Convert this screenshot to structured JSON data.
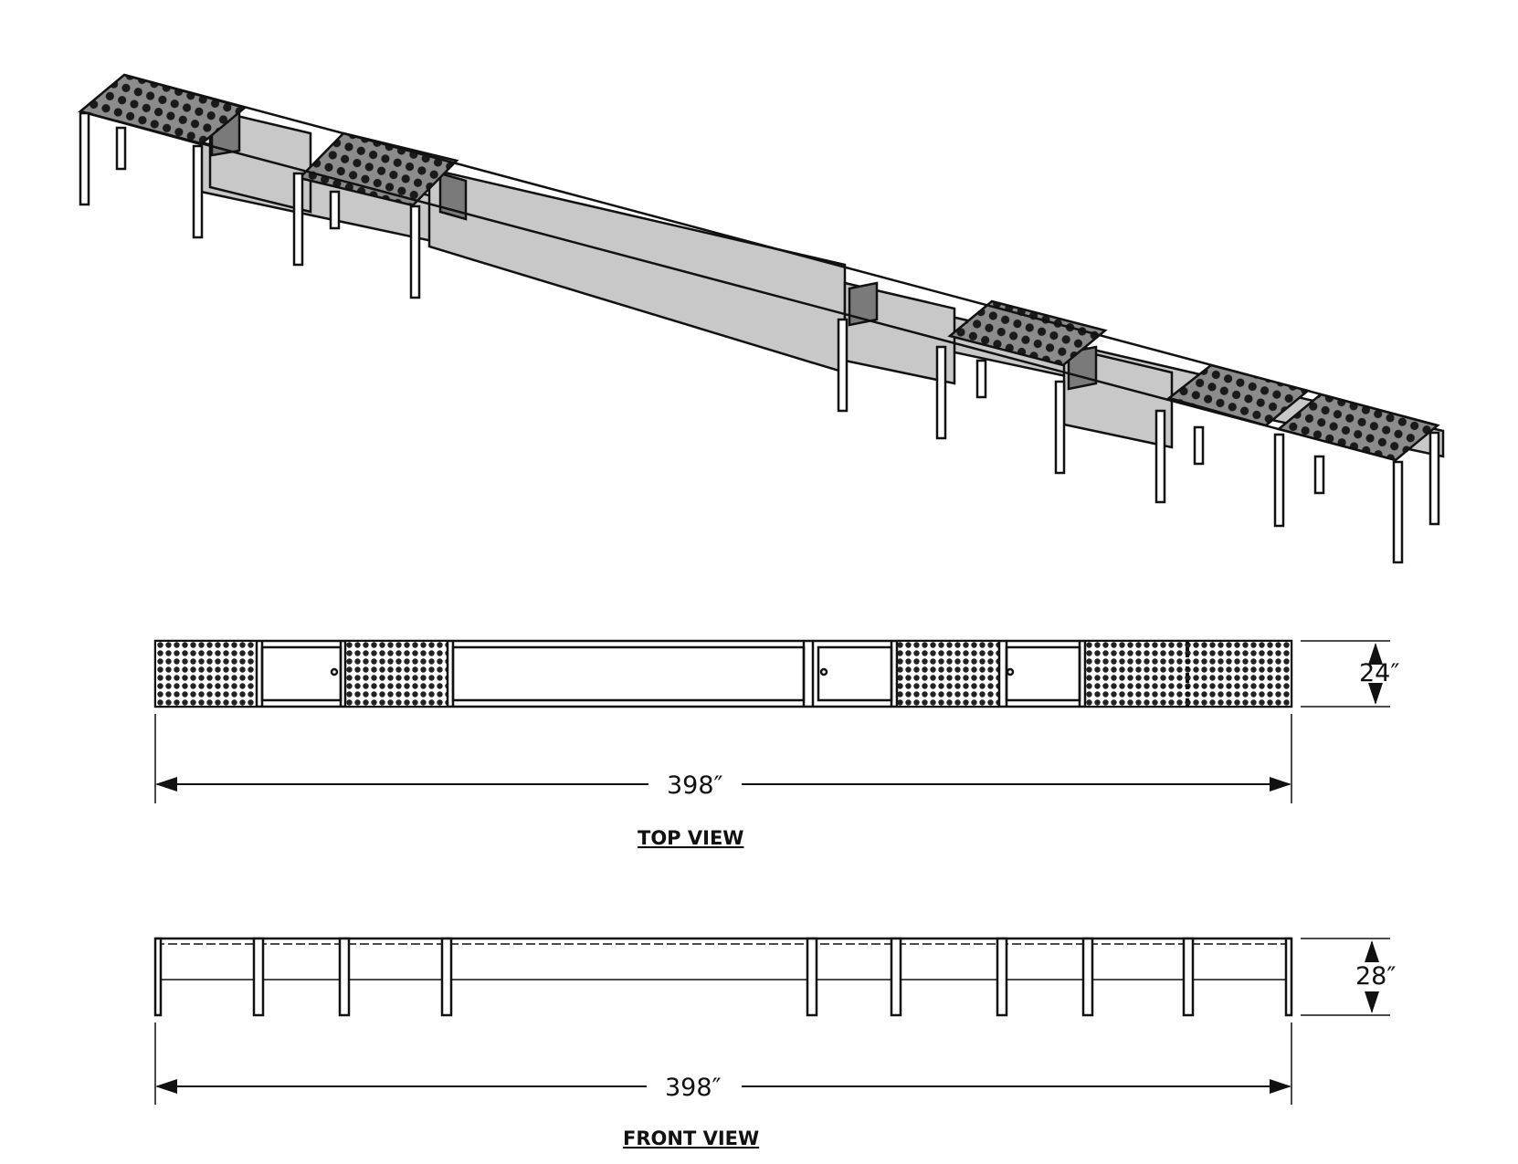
{
  "top_view": {
    "width_label": "24″",
    "length_label": "398″",
    "caption": "TOP VIEW"
  },
  "front_view": {
    "height_label": "28″",
    "length_label": "398″",
    "caption": "FRONT VIEW"
  },
  "colors": {
    "line": "#111111",
    "tub_fill": "#c8c8c8",
    "tub_inner": "#8a8a8a",
    "grate_dot": "#222222"
  }
}
